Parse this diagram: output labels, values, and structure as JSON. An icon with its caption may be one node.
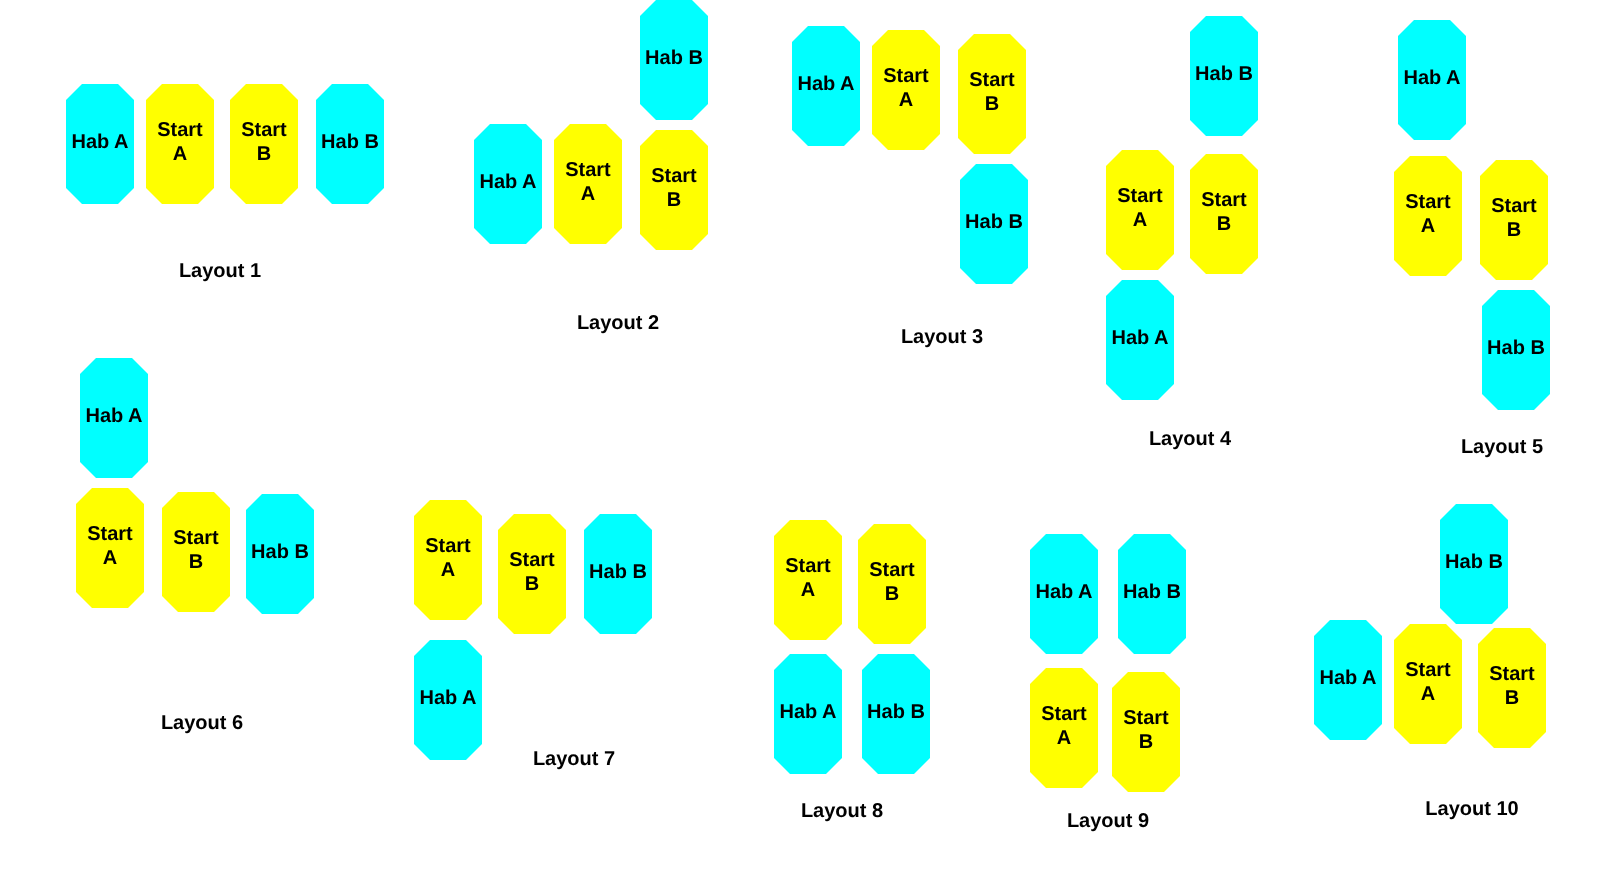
{
  "diagram": {
    "nodes": [
      {
        "text": [
          "Hab A"
        ]
      },
      {
        "text": [
          "Start A"
        ]
      },
      {
        "text": [
          "Start B"
        ]
      },
      {
        "text": [
          "Hab B"
        ]
      },
      {
        "text": [
          "Hab B"
        ]
      },
      {
        "text": [
          "Hab A"
        ]
      },
      {
        "text": [
          "Start A"
        ]
      },
      {
        "text": [
          "Start B"
        ]
      },
      {
        "text": [
          "Hab A"
        ]
      },
      {
        "text": [
          "Start A"
        ]
      },
      {
        "text": [
          "Start B"
        ]
      },
      {
        "text": [
          "Hab B"
        ]
      },
      {
        "text": [
          "Hab B"
        ]
      },
      {
        "text": [
          "Start A"
        ]
      },
      {
        "text": [
          "Start B"
        ]
      },
      {
        "text": [
          "Hab A"
        ]
      },
      {
        "text": [
          "Hab A"
        ]
      },
      {
        "text": [
          "Start A"
        ]
      },
      {
        "text": [
          "Start B"
        ]
      },
      {
        "text": [
          "Hab B"
        ]
      },
      {
        "text": [
          "Hab A"
        ]
      },
      {
        "text": [
          "Start A"
        ]
      },
      {
        "text": [
          "Start B"
        ]
      },
      {
        "text": [
          "Hab B"
        ]
      },
      {
        "text": [
          "Start A"
        ]
      },
      {
        "text": [
          "Start B"
        ]
      },
      {
        "text": [
          "Hab B"
        ]
      },
      {
        "text": [
          "Hab A"
        ]
      },
      {
        "text": [
          "Start A"
        ]
      },
      {
        "text": [
          "Start B"
        ]
      },
      {
        "text": [
          "Hab A"
        ]
      },
      {
        "text": [
          "Hab B"
        ]
      },
      {
        "text": [
          "Hab A"
        ]
      },
      {
        "text": [
          "Hab B"
        ]
      },
      {
        "text": [
          "Start A"
        ]
      },
      {
        "text": [
          "Start B"
        ]
      },
      {
        "text": [
          "Hab B"
        ]
      },
      {
        "text": [
          "Hab A"
        ]
      },
      {
        "text": [
          "Start A"
        ]
      },
      {
        "text": [
          "Start B"
        ]
      }
    ],
    "labels": [
      "Layout 1",
      "Layout 2",
      "Layout 3",
      "Layout 4",
      "Layout 5",
      "Layout 6",
      "Layout 7",
      "Layout 8",
      "Layout 9",
      "Layout 10"
    ]
  }
}
